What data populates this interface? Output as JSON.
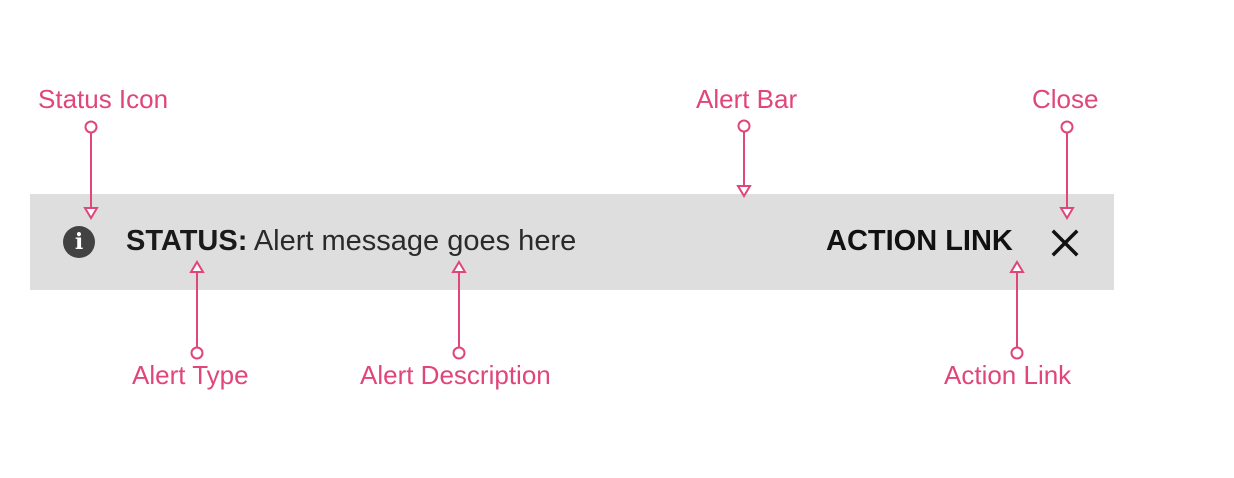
{
  "callouts": {
    "status_icon": "Status Icon",
    "alert_bar": "Alert Bar",
    "close": "Close",
    "alert_type": "Alert Type",
    "alert_description": "Alert Description",
    "action_link": "Action Link"
  },
  "alert": {
    "icon": "info-icon",
    "type": "STATUS:",
    "message": "Alert message goes here",
    "action_label": "ACTION LINK",
    "close_icon": "close-icon",
    "background_color": "#dedede",
    "icon_color": "#424242"
  },
  "colors": {
    "annotation": "#e0457b"
  }
}
